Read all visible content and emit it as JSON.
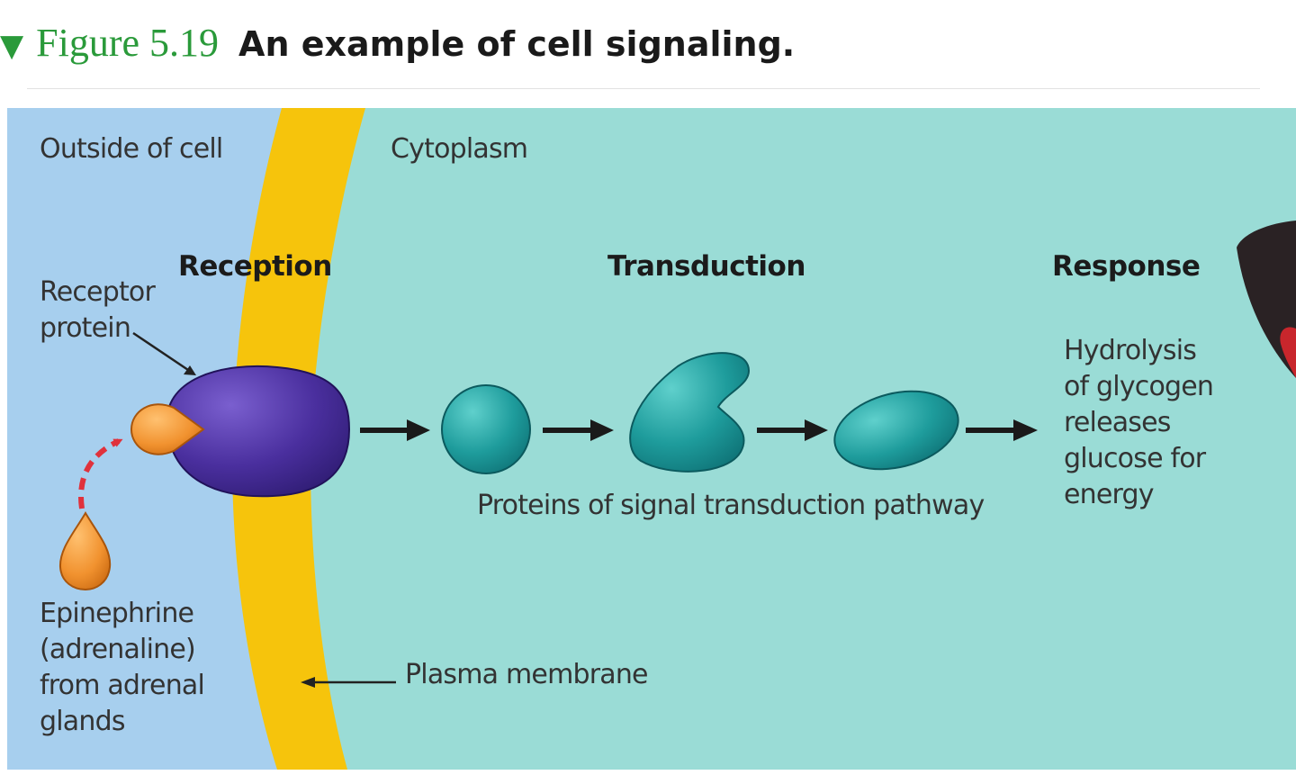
{
  "figure": {
    "number": "Figure 5.19",
    "title": "An example of cell signaling."
  },
  "regions": {
    "outside": "Outside of cell",
    "cytoplasm": "Cytoplasm"
  },
  "stages": {
    "reception": "Reception",
    "transduction": "Transduction",
    "response": "Response"
  },
  "labels": {
    "receptor": "Receptor\nprotein",
    "epinephrine": "Epinephrine\n(adrenaline)\nfrom adrenal\nglands",
    "proteins": "Proteins of signal transduction pathway",
    "response_text": "Hydrolysis\nof glycogen\nreleases\nglucose for\nenergy",
    "membrane": "Plasma membrane"
  },
  "colors": {
    "caption_green": "#2a9a3a",
    "outside_bg": "#a7cfee",
    "cytoplasm_bg": "#9adcd6",
    "membrane": "#f6c40c",
    "receptor": "#4a2f9e",
    "ligand": "#f1922f",
    "transduction_protein": "#1e9c9c",
    "dashed_arrow": "#e0323c"
  }
}
